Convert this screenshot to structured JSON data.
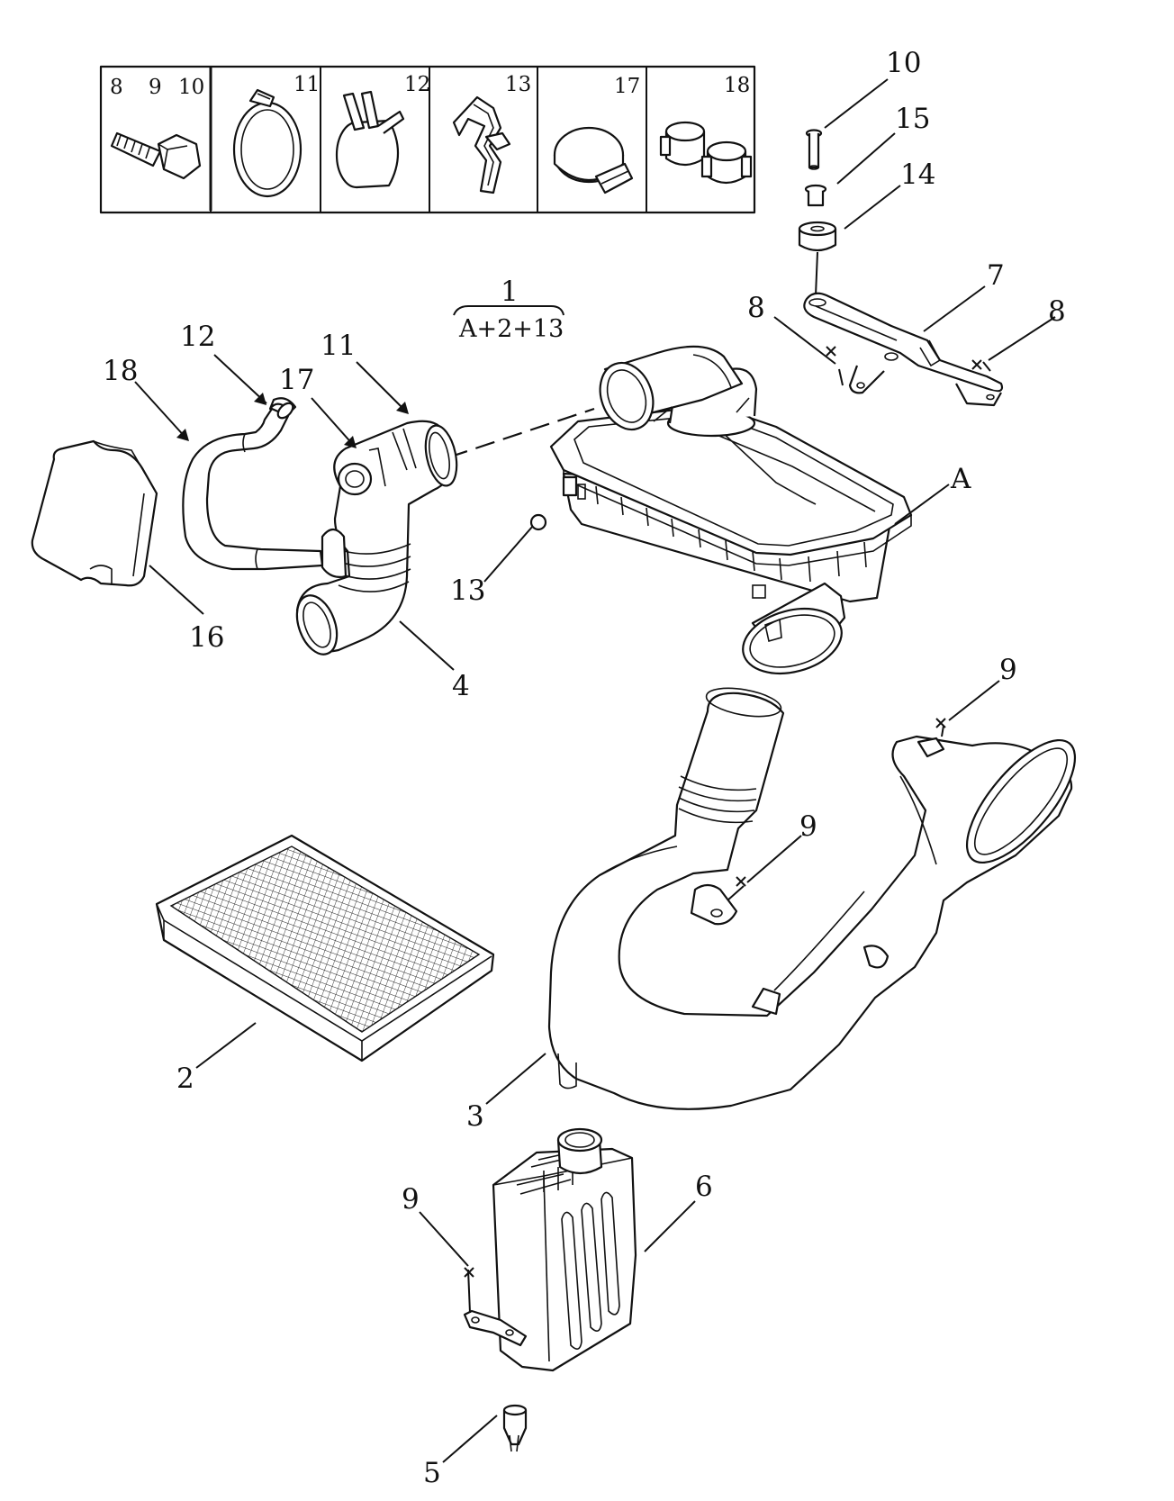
{
  "legend": {
    "cells": [
      {
        "numbers": [
          "8",
          "9",
          "10"
        ],
        "icon": "flange-bolt-icon"
      },
      {
        "numbers": [
          "11"
        ],
        "icon": "worm-clamp-icon"
      },
      {
        "numbers": [
          "12"
        ],
        "icon": "strap-clamp-icon"
      },
      {
        "numbers": [
          "13"
        ],
        "icon": "wire-clip-icon"
      },
      {
        "numbers": [
          "17"
        ],
        "icon": "hose-clamp-icon"
      },
      {
        "numbers": [
          "18"
        ],
        "icon": "spring-clamp-pair-icon"
      }
    ]
  },
  "assembly": {
    "number": "1",
    "formula": "A+2+13"
  },
  "callouts": {
    "c10": "10",
    "c15": "15",
    "c14": "14",
    "c7": "7",
    "c8_left": "8",
    "c8_right": "8",
    "cA": "A",
    "c12": "12",
    "c18": "18",
    "c17": "17",
    "c11": "11",
    "c16": "16",
    "c13": "13",
    "c4": "4",
    "c9_top": "9",
    "c9_mid": "9",
    "c9_bottom": "9",
    "c2": "2",
    "c3": "3",
    "c6": "6",
    "c5": "5"
  }
}
